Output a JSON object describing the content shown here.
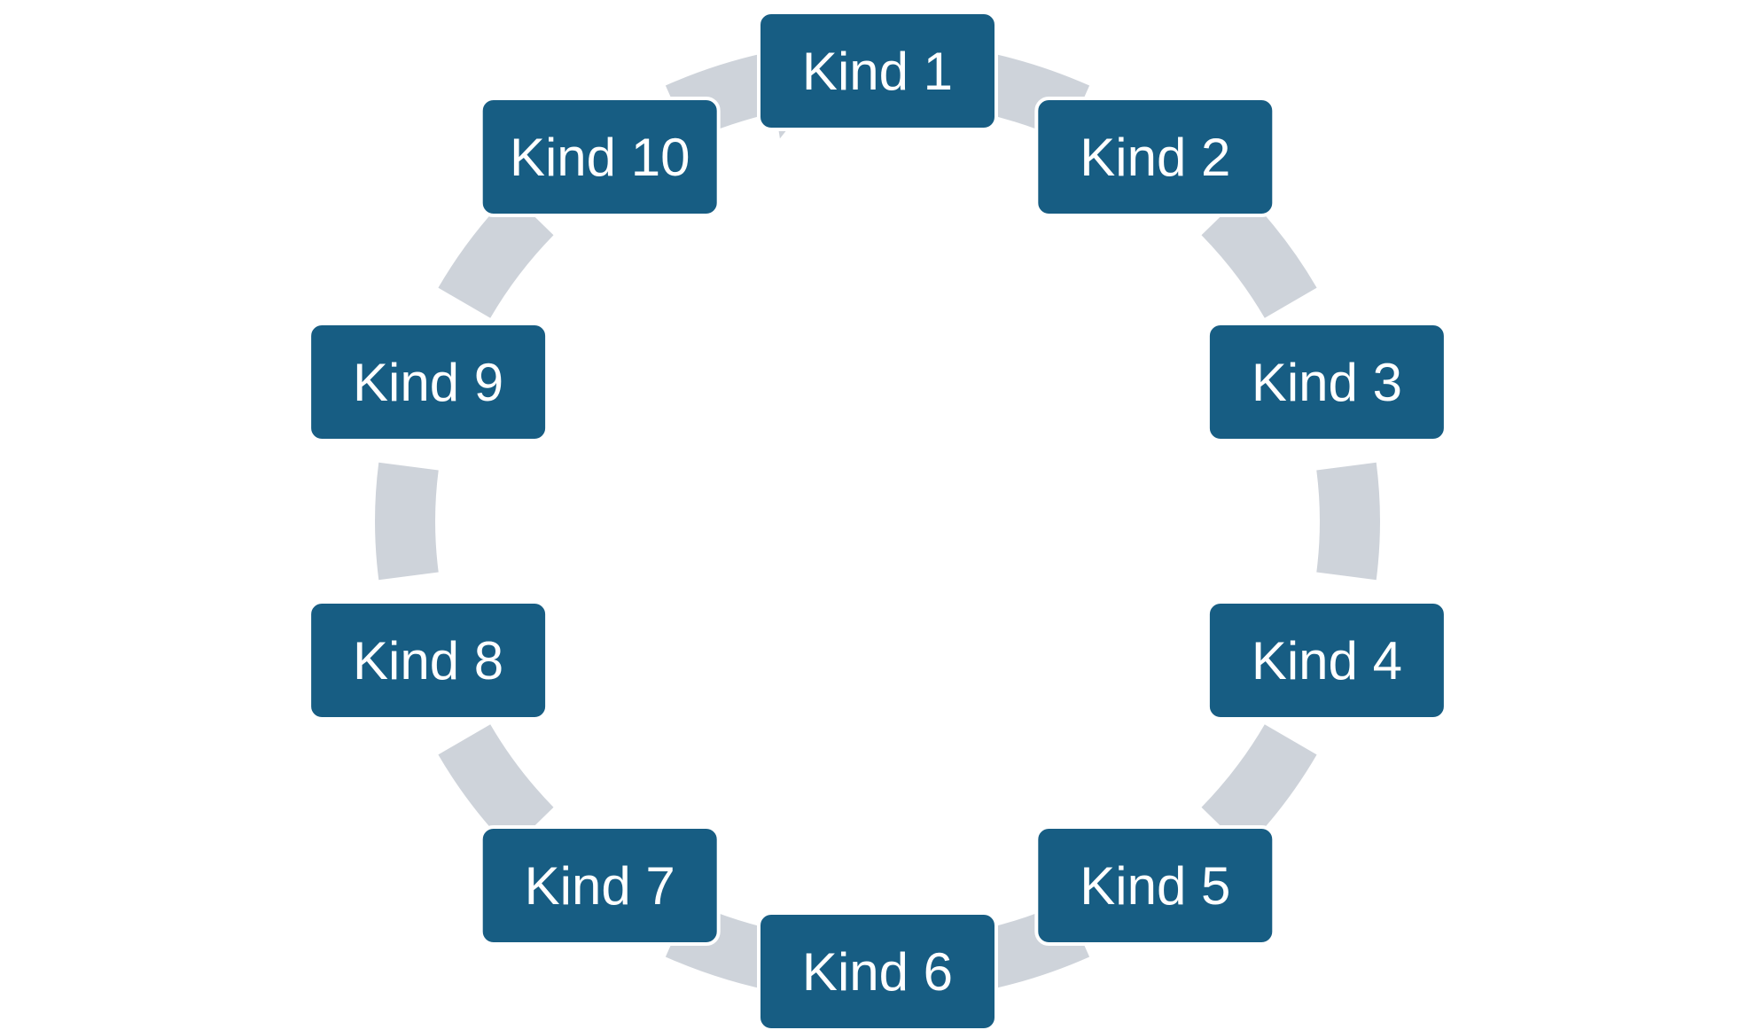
{
  "diagram": {
    "type": "cycle",
    "direction": "clockwise",
    "nodes": [
      {
        "label": "Kind 1"
      },
      {
        "label": "Kind 2"
      },
      {
        "label": "Kind 3"
      },
      {
        "label": "Kind 4"
      },
      {
        "label": "Kind 5"
      },
      {
        "label": "Kind 6"
      },
      {
        "label": "Kind 7"
      },
      {
        "label": "Kind 8"
      },
      {
        "label": "Kind 9"
      },
      {
        "label": "Kind 10"
      }
    ],
    "colors": {
      "node_fill": "#175d83",
      "node_text": "#ffffff",
      "arrow": "#ced3da",
      "background": "#ffffff"
    }
  }
}
